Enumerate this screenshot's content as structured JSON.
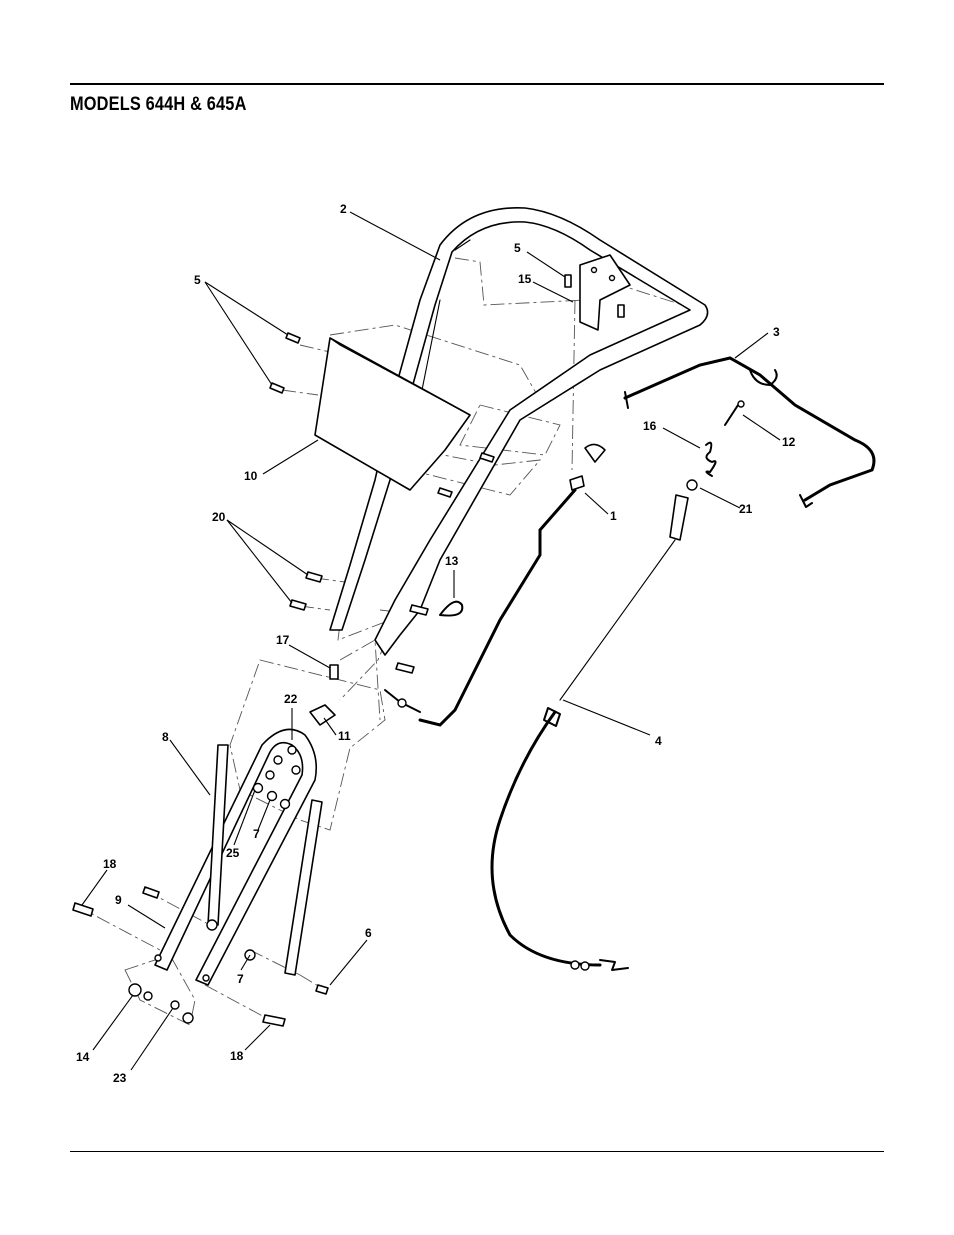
{
  "header": {
    "title": "MODELS 644H & 645A"
  },
  "diagram": {
    "callouts": [
      {
        "id": "c-2",
        "text": "2"
      },
      {
        "id": "c-5a",
        "text": "5"
      },
      {
        "id": "c-15",
        "text": "15"
      },
      {
        "id": "c-5b",
        "text": "5"
      },
      {
        "id": "c-3",
        "text": "3"
      },
      {
        "id": "c-16",
        "text": "16"
      },
      {
        "id": "c-12",
        "text": "12"
      },
      {
        "id": "c-10",
        "text": "10"
      },
      {
        "id": "c-1",
        "text": "1"
      },
      {
        "id": "c-21",
        "text": "21"
      },
      {
        "id": "c-20",
        "text": "20"
      },
      {
        "id": "c-13",
        "text": "13"
      },
      {
        "id": "c-17",
        "text": "17"
      },
      {
        "id": "c-22",
        "text": "22"
      },
      {
        "id": "c-11",
        "text": "11"
      },
      {
        "id": "c-8",
        "text": "8"
      },
      {
        "id": "c-4",
        "text": "4"
      },
      {
        "id": "c-7a",
        "text": "7"
      },
      {
        "id": "c-25",
        "text": "25"
      },
      {
        "id": "c-18a",
        "text": "18"
      },
      {
        "id": "c-9",
        "text": "9"
      },
      {
        "id": "c-6",
        "text": "6"
      },
      {
        "id": "c-7b",
        "text": "7"
      },
      {
        "id": "c-14",
        "text": "14"
      },
      {
        "id": "c-23",
        "text": "23"
      },
      {
        "id": "c-18b",
        "text": "18"
      }
    ]
  }
}
